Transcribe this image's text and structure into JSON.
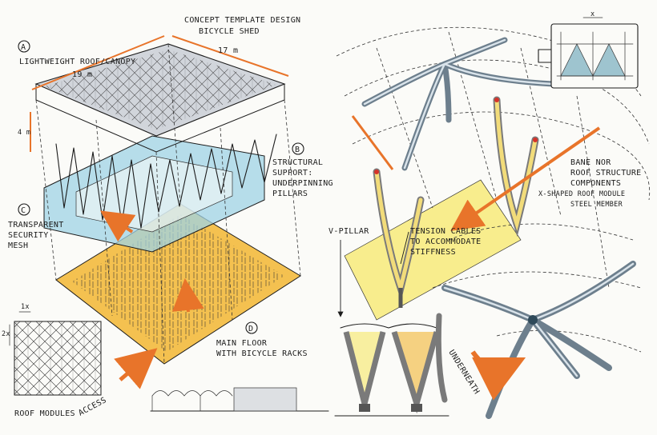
{
  "colors": {
    "paper": "#fbfbf8",
    "orange": "#e8742a",
    "floor_yellow": "#f2b632",
    "light_yellow": "#f7ea7a",
    "mesh_blue": "#9fd3e6",
    "roof_grey": "#c9ced6",
    "teal": "#7fb2c2",
    "ink": "#1c1c1c"
  },
  "left_panel": {
    "title_line1": "CONCEPT TEMPLATE DESIGN",
    "title_line2": "BICYCLE SHED",
    "label_a": {
      "letter": "A",
      "text": "LIGHTWEIGHT ROOF/CANOPY"
    },
    "dim_width": "19 m",
    "dim_depth": "17 m",
    "dim_height": "4 m",
    "label_b": {
      "letter": "B",
      "line1": "STRUCTURAL",
      "line2": "SUPPORT:",
      "line3": "UNDERPINNING",
      "line4": "PILLARS"
    },
    "label_c": {
      "letter": "C",
      "line1": "TRANSPARENT",
      "line2": "SECURITY",
      "line3": "MESH"
    },
    "label_d": {
      "letter": "D",
      "line1": "MAIN FLOOR",
      "line2": "WITH BICYCLE RACKS"
    },
    "module_dim_1x": "1x",
    "module_dim_2x": "2x",
    "roof_modules": "ROOF MODULES",
    "access": "ACCESS"
  },
  "right_panel": {
    "v_pillar": "V-PILLAR",
    "tension_line1": "TENSION CABLES",
    "tension_line2": "TO ACCOMMODATE",
    "tension_line3": "STIFFNESS",
    "bane_line1": "BANE NOR",
    "bane_line2": "ROOF STRUCTURE",
    "bane_line3": "COMPONENTS",
    "bane_line4": "X-SHAPED ROOF MODULE",
    "bane_line5": "STEEL MEMBER",
    "detail_dim": "x",
    "underneath": "UNDERNEATH"
  }
}
